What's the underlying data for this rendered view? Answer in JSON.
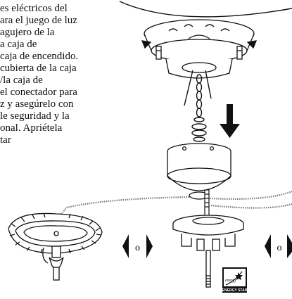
{
  "instructions": {
    "lines": [
      "es eléctricos del",
      "ara el juego de luz",
      "agujero de la",
      "a caja de",
      "caja de encendido.",
      "cubierta de la caja",
      "/la caja de",
      "el conectador para",
      "z y asegúrelo con",
      "le seguridad y la",
      "onal. Apriétela",
      "tar"
    ]
  },
  "diagram": {
    "or_label_left": "o",
    "or_label_right": "o",
    "energy_star_logo_text": "ENERGY STAR",
    "energy_star_script": "energy"
  }
}
